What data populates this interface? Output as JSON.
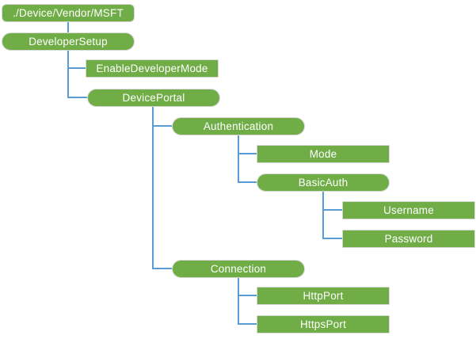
{
  "diagram": {
    "type": "tree",
    "root_path": "./Device/Vendor/MSFT"
  },
  "colors": {
    "node_fill": "#70AD47",
    "node_text": "#FFFFFF",
    "node_border": "#D9D9D9",
    "connector": "#5B9BD5",
    "background": "#FFFFFF"
  },
  "nodes": [
    {
      "id": "root",
      "label": "./Device/Vendor/MSFT",
      "parent": null,
      "shape": "rounded"
    },
    {
      "id": "developersetup",
      "label": "DeveloperSetup",
      "parent": "root",
      "shape": "pill"
    },
    {
      "id": "enabledevelopermode",
      "label": "EnableDeveloperMode",
      "parent": "developersetup",
      "shape": "rect"
    },
    {
      "id": "deviceportal",
      "label": "DevicePortal",
      "parent": "developersetup",
      "shape": "pill"
    },
    {
      "id": "authentication",
      "label": "Authentication",
      "parent": "deviceportal",
      "shape": "pill"
    },
    {
      "id": "mode",
      "label": "Mode",
      "parent": "authentication",
      "shape": "rect"
    },
    {
      "id": "basicauth",
      "label": "BasicAuth",
      "parent": "authentication",
      "shape": "pill"
    },
    {
      "id": "username",
      "label": "Username",
      "parent": "basicauth",
      "shape": "rect"
    },
    {
      "id": "password",
      "label": "Password",
      "parent": "basicauth",
      "shape": "rect"
    },
    {
      "id": "connection",
      "label": "Connection",
      "parent": "deviceportal",
      "shape": "pill"
    },
    {
      "id": "httpport",
      "label": "HttpPort",
      "parent": "connection",
      "shape": "rect"
    },
    {
      "id": "httpsport",
      "label": "HttpsPort",
      "parent": "connection",
      "shape": "rect"
    }
  ]
}
